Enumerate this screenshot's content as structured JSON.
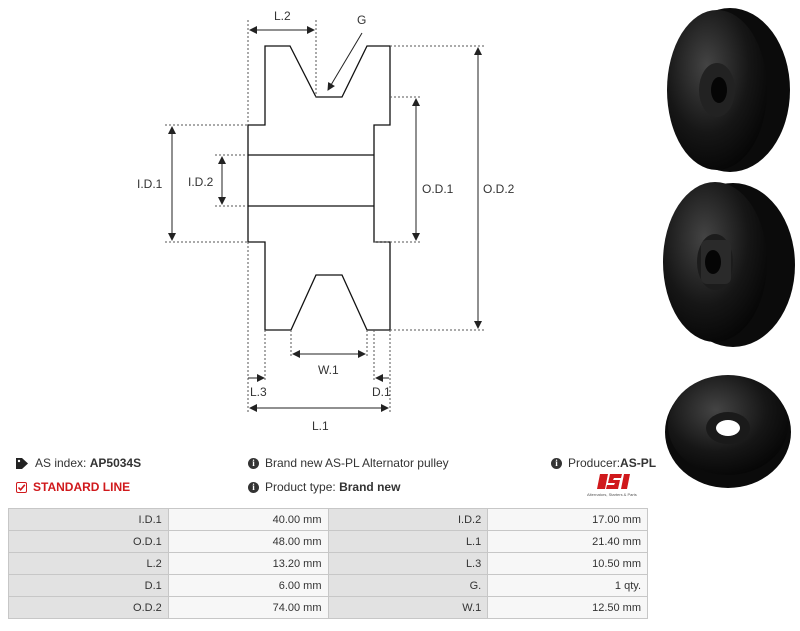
{
  "diagram": {
    "labels": {
      "l2": "L.2",
      "g": "G",
      "id1": "I.D.1",
      "id2": "I.D.2",
      "od1": "O.D.1",
      "od2": "O.D.2",
      "w1": "W.1",
      "l3": "L.3",
      "d1": "D.1",
      "l1": "L.1"
    }
  },
  "photos": [
    "pulley-angle-view",
    "pulley-hub-view",
    "pulley-side-view"
  ],
  "header": {
    "as_index_label": "AS index:",
    "as_index_value": "AP5034S",
    "standard_line": "STANDARD LINE",
    "description": "Brand new AS-PL Alternator pulley",
    "product_type_label": "Product type:",
    "product_type_value": "Brand new",
    "producer_label": "Producer:",
    "producer_value": "AS-PL",
    "logo_text": "AS",
    "logo_tagline": "Alternators, Starters & Parts"
  },
  "specs": [
    {
      "l1": "I.D.1",
      "v1": "40.00 mm",
      "l2": "I.D.2",
      "v2": "17.00  mm"
    },
    {
      "l1": "O.D.1",
      "v1": "48.00  mm",
      "l2": "L.1",
      "v2": "21.40 mm"
    },
    {
      "l1": "L.2",
      "v1": "13.20 mm",
      "l2": "L.3",
      "v2": "10.50 mm"
    },
    {
      "l1": "D.1",
      "v1": "6.00 mm",
      "l2": "G.",
      "v2": "1 qty."
    },
    {
      "l1": "O.D.2",
      "v1": "74.00 mm",
      "l2": "W.1",
      "v2": "12.50 mm"
    }
  ],
  "colors": {
    "accent": "#d0191c",
    "label_bg": "#e2e2e2",
    "value_bg": "#f7f7f7"
  }
}
